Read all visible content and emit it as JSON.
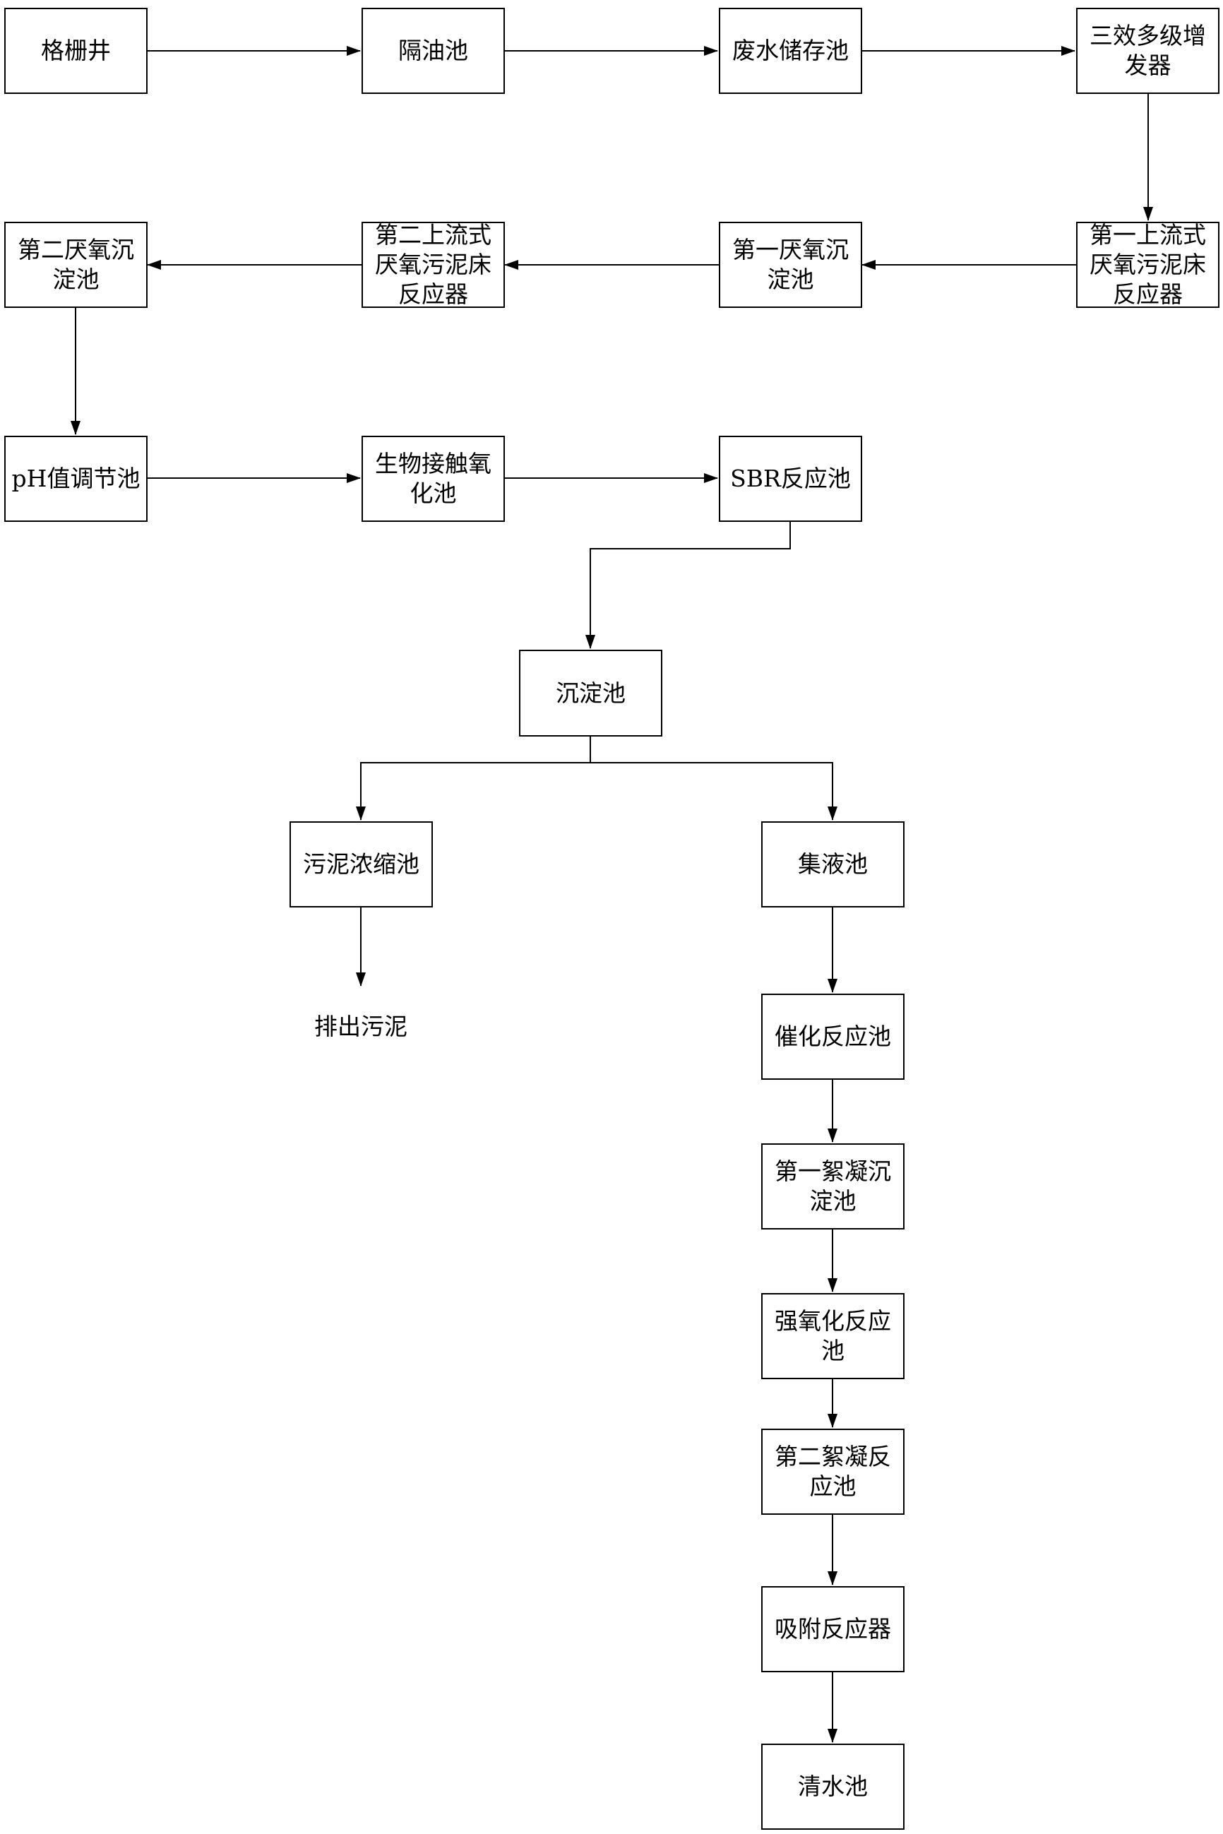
{
  "nodes": {
    "grille_well": "格栅井",
    "oil_separator": "隔油池",
    "wastewater_storage": "废水储存池",
    "evaporator": "三效多级增发器",
    "uasb1": "第一上流式厌氧污泥床反应器",
    "anaerobic_settle1": "第一厌氧沉淀池",
    "uasb2": "第二上流式厌氧污泥床反应器",
    "anaerobic_settle2": "第二厌氧沉淀池",
    "ph_tank": "pH值调节池",
    "bio_contact": "生物接触氧化池",
    "sbr": "SBR反应池",
    "sedimentation": "沉淀池",
    "sludge_thickener": "污泥浓缩池",
    "sludge_discharge": "排出污泥",
    "collection": "集液池",
    "catalytic": "催化反应池",
    "flocculation1": "第一絮凝沉淀池",
    "strong_oxidation": "强氧化反应池",
    "flocculation2": "第二絮凝反应池",
    "adsorption": "吸附反应器",
    "clear_water": "清水池"
  }
}
